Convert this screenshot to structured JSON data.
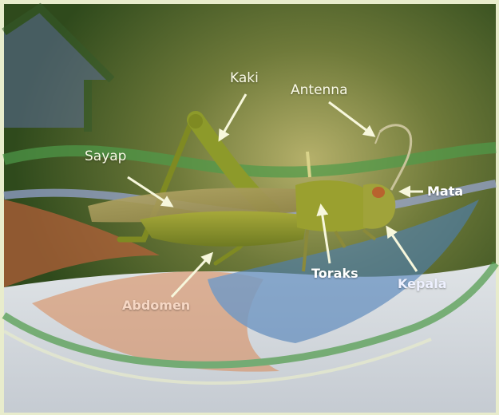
{
  "labels": {
    "kaki": "Kaki",
    "antenna": "Antenna",
    "sayap": "Sayap",
    "mata": "Mata",
    "toraks": "Toraks",
    "kepala": "Kepala",
    "abdomen": "Abdomen"
  },
  "colors": {
    "frame": "#e8eccc",
    "backdrop": "#3f5a22",
    "arrow": "#f7f7dc",
    "insect_body": "#8e9a2a",
    "wave_green": "#4f9b4a",
    "wave_blue": "#4c7fb8",
    "wave_orange": "#d98a57"
  },
  "icons": {
    "house": "house-outline-icon",
    "arrow": "arrow-pointer"
  }
}
